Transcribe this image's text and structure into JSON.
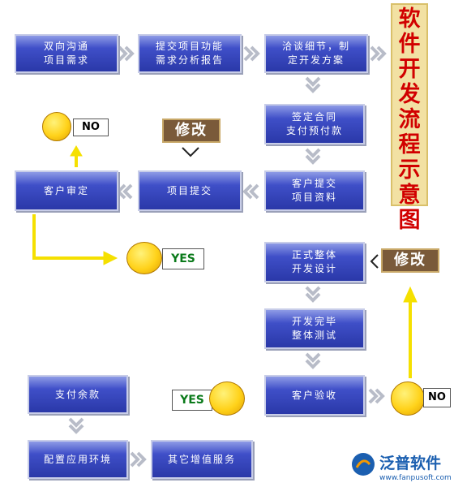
{
  "title": "软件开发流程示意图",
  "steps": {
    "s1": "双向沟通\n项目需求",
    "s2": "提交项目功能\n需求分析报告",
    "s3": "洽谈细节，制\n定开发方案",
    "s4": "签定合同\n支付预付款",
    "s5": "客户提交\n项目资料",
    "s6": "项目提交",
    "s7": "客户审定",
    "s8": "正式整体\n开发设计",
    "s9": "开发完毕\n整体测试",
    "s10": "客户验收",
    "s11": "支付余款",
    "s12": "配置应用环境",
    "s13": "其它增值服务"
  },
  "edit_labels": {
    "top": "修改",
    "right": "修改"
  },
  "tags": {
    "no_top": "NO",
    "yes_mid": "YES",
    "yes_bottom": "YES",
    "no_bottom": "NO"
  },
  "logo": {
    "name": "泛普软件",
    "url": "www.fanpusoft.com"
  },
  "colors": {
    "box": "#3f4fc8",
    "title_bg": "#f2e1a3",
    "title_text": "#d10000",
    "yellow_arrow": "#f5e000",
    "edit_bg": "#7a5a3a"
  }
}
